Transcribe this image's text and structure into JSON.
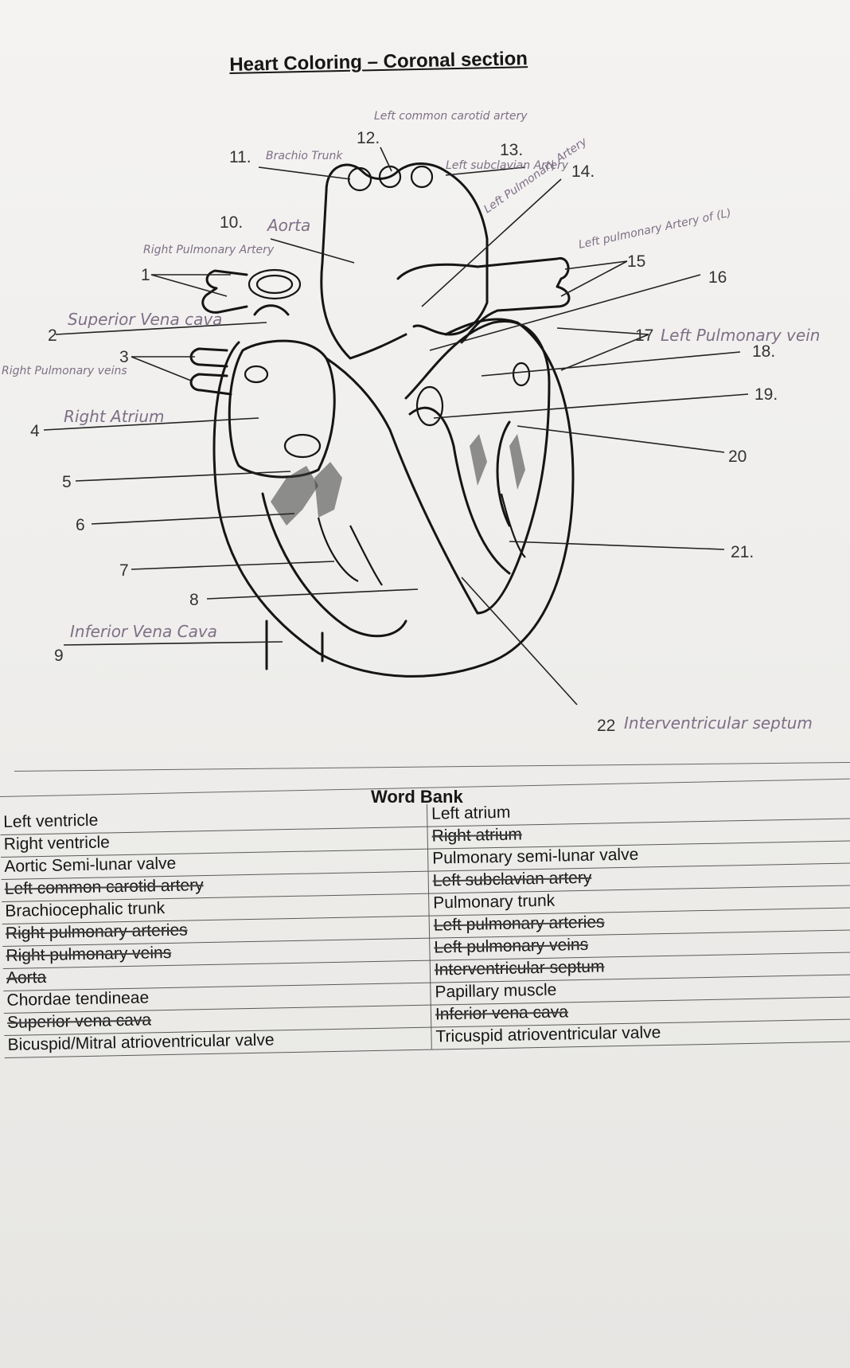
{
  "title": "Heart Coloring – Coronal section",
  "labels": [
    {
      "num": "1",
      "answer": "Right Pulmonary Artery"
    },
    {
      "num": "2",
      "answer": "Superior Vena cava"
    },
    {
      "num": "3",
      "answer": "Right Pulmonary veins"
    },
    {
      "num": "4",
      "answer": "Right Atrium"
    },
    {
      "num": "5",
      "answer": ""
    },
    {
      "num": "6",
      "answer": ""
    },
    {
      "num": "7",
      "answer": ""
    },
    {
      "num": "8",
      "answer": ""
    },
    {
      "num": "9",
      "answer": "Inferior Vena Cava"
    },
    {
      "num": "10.",
      "answer": "Aorta"
    },
    {
      "num": "11.",
      "answer": "Brachio Trunk"
    },
    {
      "num": "12.",
      "answer": "Left common carotid artery"
    },
    {
      "num": "13.",
      "answer": "Left subclavian Artery"
    },
    {
      "num": "14.",
      "answer": "Left Pulmonary Artery"
    },
    {
      "num": "15",
      "answer": "Left pulmonary Artery of (L)"
    },
    {
      "num": "16",
      "answer": ""
    },
    {
      "num": "17",
      "answer": "Left Pulmonary vein"
    },
    {
      "num": "18.",
      "answer": ""
    },
    {
      "num": "19.",
      "answer": ""
    },
    {
      "num": "20",
      "answer": ""
    },
    {
      "num": "21.",
      "answer": ""
    },
    {
      "num": "22",
      "answer": "Interventricular septum"
    }
  ],
  "word_bank": {
    "title": "Word Bank",
    "left": [
      {
        "text": "Left ventricle",
        "struck": false
      },
      {
        "text": "Right ventricle",
        "struck": false
      },
      {
        "text": "Aortic Semi-lunar valve",
        "struck": false
      },
      {
        "text": "Left common carotid artery",
        "struck": true
      },
      {
        "text": "Brachiocephalic trunk",
        "struck": false
      },
      {
        "text": "Right pulmonary arteries",
        "struck": true
      },
      {
        "text": "Right pulmonary veins",
        "struck": true
      },
      {
        "text": "Aorta",
        "struck": true
      },
      {
        "text": "Chordae tendineae",
        "struck": false
      },
      {
        "text": "Superior vena cava",
        "struck": true
      },
      {
        "text": "Bicuspid/Mitral atrioventricular valve",
        "struck": false
      }
    ],
    "right": [
      {
        "text": "Left atrium",
        "struck": false
      },
      {
        "text": "Right atrium",
        "struck": true
      },
      {
        "text": "Pulmonary semi-lunar valve",
        "struck": false
      },
      {
        "text": "Left subclavian artery",
        "struck": true
      },
      {
        "text": "Pulmonary trunk",
        "struck": false
      },
      {
        "text": "Left pulmonary arteries",
        "struck": true
      },
      {
        "text": "Left pulmonary veins",
        "struck": true
      },
      {
        "text": "Interventricular septum",
        "struck": true
      },
      {
        "text": "Papillary muscle",
        "struck": false
      },
      {
        "text": "Inferior vena cava",
        "struck": true
      },
      {
        "text": "Tricuspid atrioventricular valve",
        "struck": false
      }
    ]
  }
}
